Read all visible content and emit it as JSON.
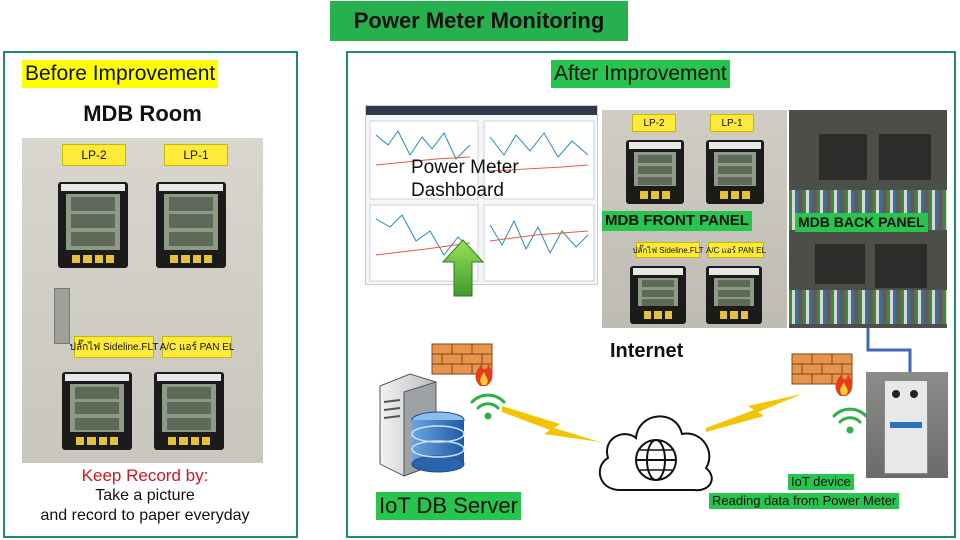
{
  "title": "Power Meter Monitoring",
  "before": {
    "heading": "Before Improvement",
    "room": "MDB Room",
    "tags": [
      "LP-2",
      "LP-1",
      "ปลั๊กไฟ Sideline.FLT",
      "A/C แอร์ PAN EL"
    ],
    "keep_title": "Keep Record by:",
    "keep_line1": "Take a picture",
    "keep_line2": "and record to paper everyday"
  },
  "after": {
    "heading": "After Improvement",
    "dashboard_label_1": "Power Meter",
    "dashboard_label_2": "Dashboard",
    "front_panel": "MDB FRONT PANEL",
    "back_panel": "MDB BACK PANEL",
    "tags": [
      "LP-2",
      "LP-1",
      "ปลั๊กไฟ Sideline.FLT",
      "A/C แอร์ PAN EL"
    ],
    "internet": "Internet",
    "iot_db_server": "IoT DB Server",
    "iot_device_1": "IoT device",
    "iot_device_2": "Reading data from Power Meter"
  },
  "colors": {
    "green": "#27c44e",
    "yellow": "#ffff00",
    "border": "#1f8a70",
    "red": "#d4161c"
  }
}
